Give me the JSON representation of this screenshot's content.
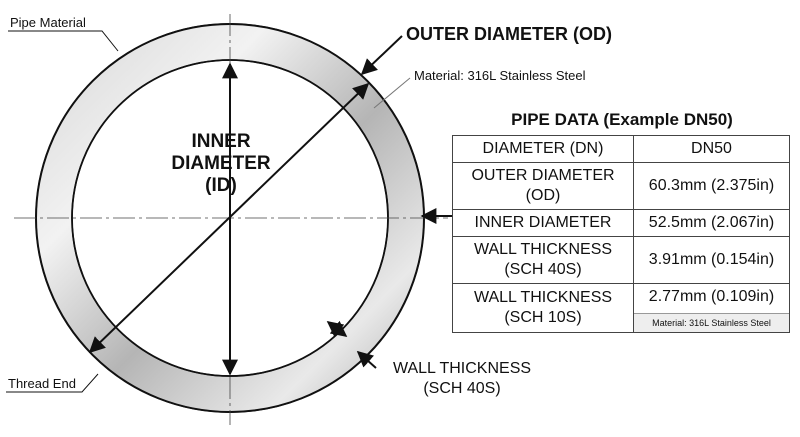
{
  "labels": {
    "pipe_material": "Pipe Material",
    "outer_diameter": "OUTER DIAMETER (OD)",
    "material_callout": "Material: 316L Stainless Steel",
    "inner_line1": "INNER",
    "inner_line2": "DIAMETER",
    "inner_line3": "(ID)",
    "wall_line1": "WALL THICKNESS",
    "wall_line2": "(SCH 40S)",
    "thread_end": "Thread End"
  },
  "table": {
    "title": "PIPE DATA (Example DN50)",
    "rows": [
      {
        "label": "DIAMETER (DN)",
        "value": "DN50"
      },
      {
        "label": "OUTER DIAMETER (OD)",
        "value": "60.3mm (2.375in)"
      },
      {
        "label": "INNER DIAMETER",
        "value": "52.5mm (2.067in)"
      },
      {
        "label": "WALL THICKNESS (SCH 40S)",
        "value": "3.91mm (0.154in)"
      },
      {
        "label": "WALL THICKNESS (SCH 10S)",
        "value": "2.77mm (0.109in)"
      }
    ],
    "note": "Material: 316L Stainless Steel"
  },
  "colors": {
    "ring_light": "#e8e8e8",
    "ring_dark": "#9a9a9a",
    "ink": "#111111"
  }
}
